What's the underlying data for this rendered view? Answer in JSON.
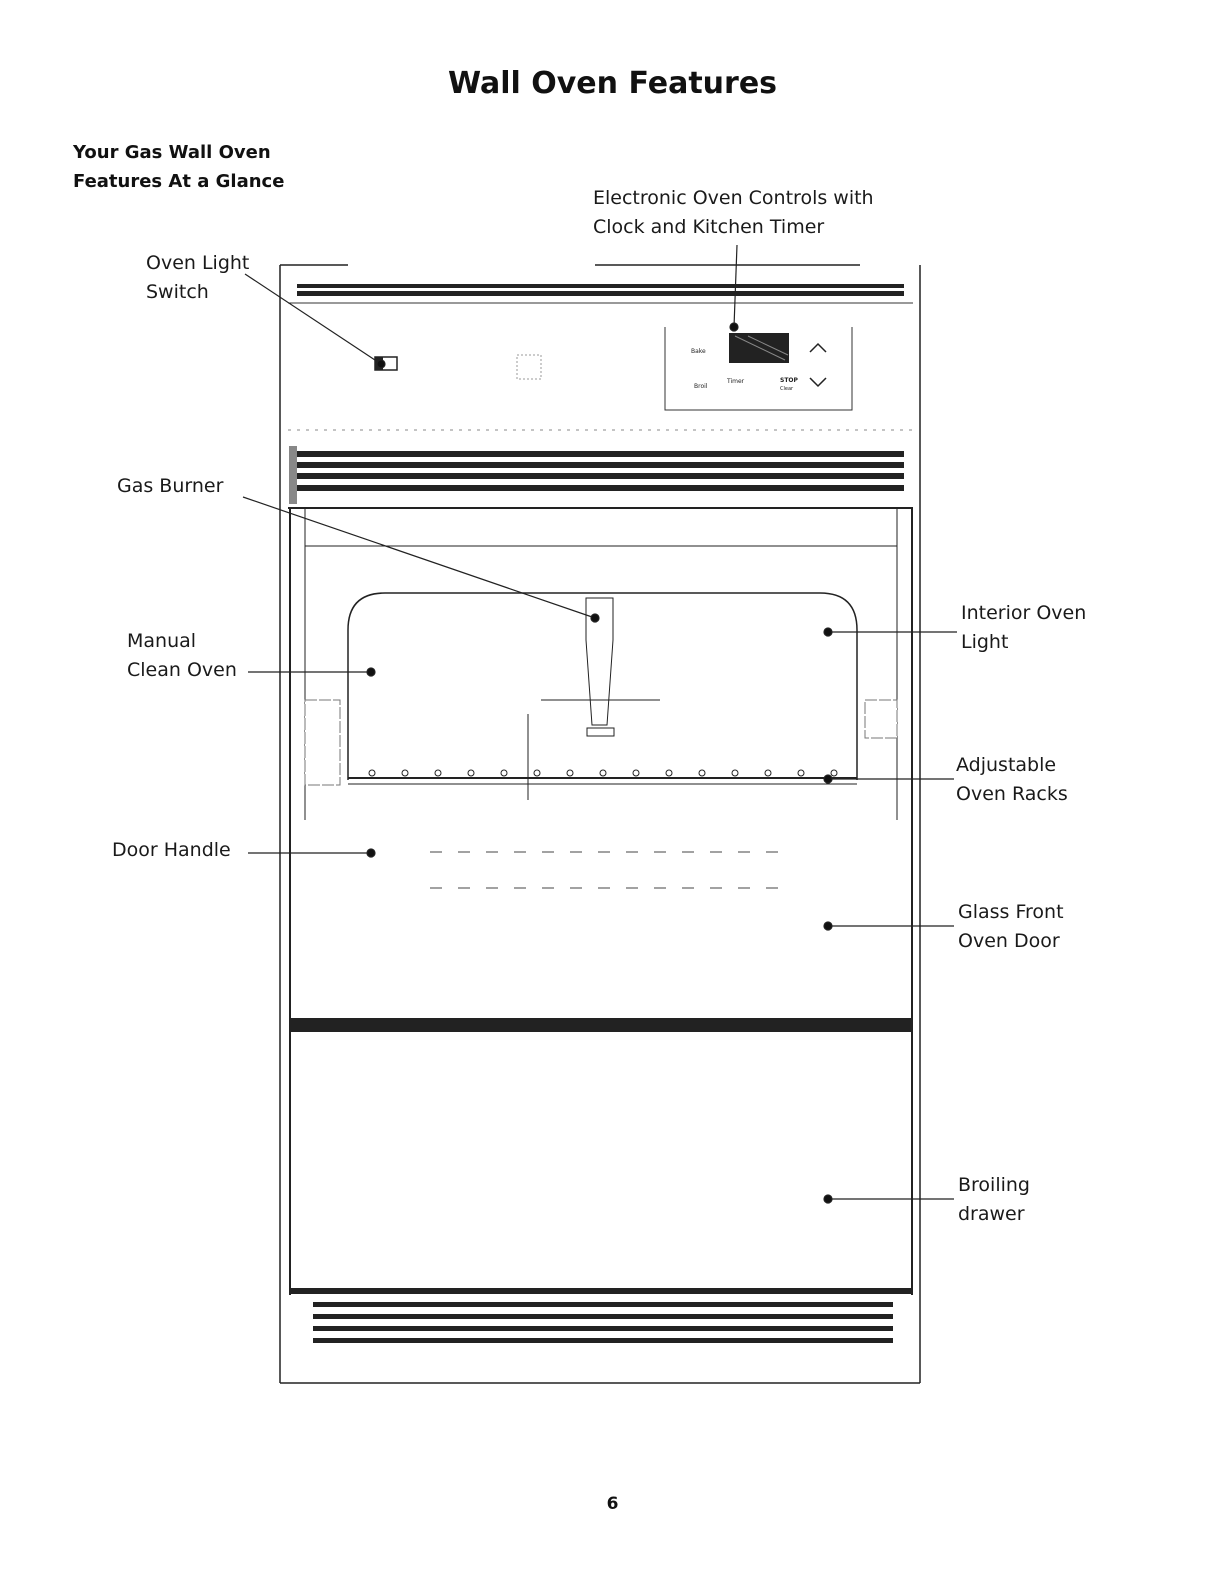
{
  "page": {
    "title": "Wall Oven Features",
    "subheading_line1": "Your Gas Wall Oven",
    "subheading_line2": "Features At a Glance",
    "page_number": "6"
  },
  "labels": {
    "controls_line1": "Electronic Oven Controls with",
    "controls_line2": "Clock and Kitchen Timer",
    "light_switch_line1": "Oven Light",
    "light_switch_line2": "Switch",
    "gas_burner": "Gas Burner",
    "manual_clean_line1": "Manual",
    "manual_clean_line2": "Clean Oven",
    "door_handle": "Door Handle",
    "interior_light_line1": "Interior Oven",
    "interior_light_line2": "Light",
    "racks_line1": "Adjustable",
    "racks_line2": "Oven Racks",
    "glass_door_line1": "Glass Front",
    "glass_door_line2": "Oven Door",
    "broiling_line1": "Broiling",
    "broiling_line2": "drawer"
  },
  "control_panel": {
    "bake_label": "Bake",
    "broil_label": "Broil",
    "timer_label": "Timer",
    "stop_label": "STOP",
    "clear_label": "Clear"
  }
}
